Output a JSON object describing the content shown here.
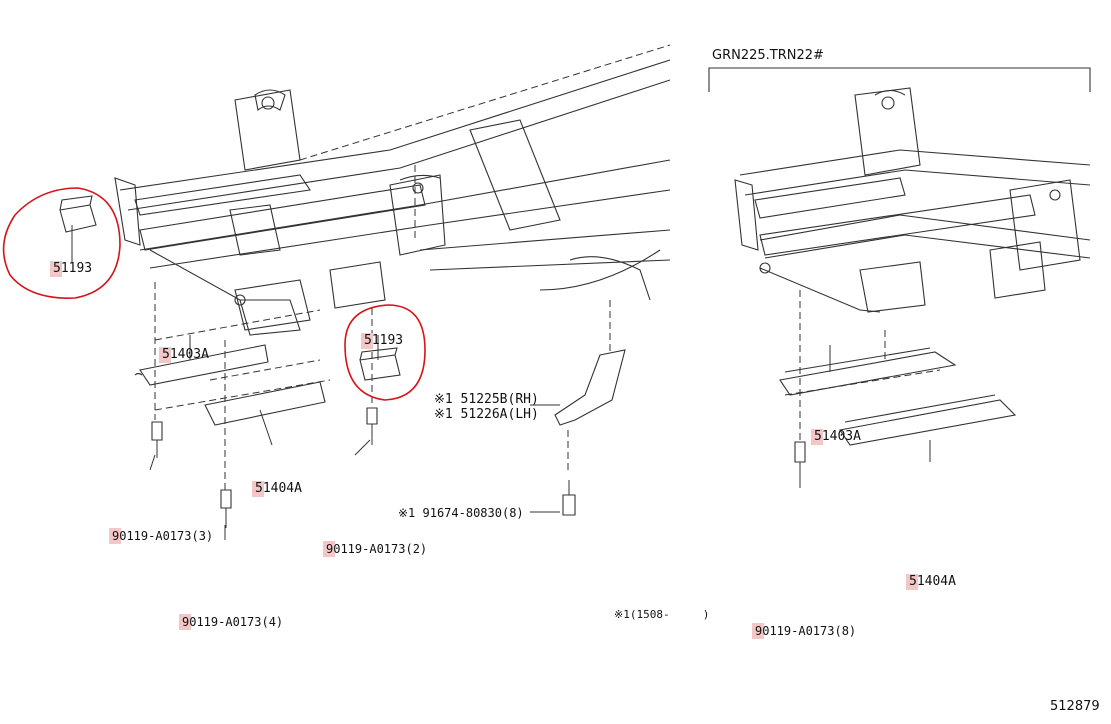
{
  "variant_header": "GRN225.TRN22#",
  "drawing_number": "512879",
  "footnote": "※1(1508-     )",
  "colors": {
    "annotation": "#d6141a",
    "label_highlight": "#f3c7c7",
    "line": "#333333"
  },
  "labels": {
    "l_51193_a": "51193",
    "l_51193_b": "51193",
    "l_51403a_left": "51403A",
    "l_51404a_left": "51404A",
    "l_90119_3": "90119-A0173(3)",
    "l_90119_4": "90119-A0173(4)",
    "l_90119_2": "90119-A0173(2)",
    "l_51225b": "※1 51225B(RH)",
    "l_51226a": "※1 51226A(LH)",
    "l_91674": "※1 91674-80830(8)",
    "l_51403a_right": "51403A",
    "l_51404a_right": "51404A",
    "l_90119_8": "90119-A0173(8)"
  }
}
